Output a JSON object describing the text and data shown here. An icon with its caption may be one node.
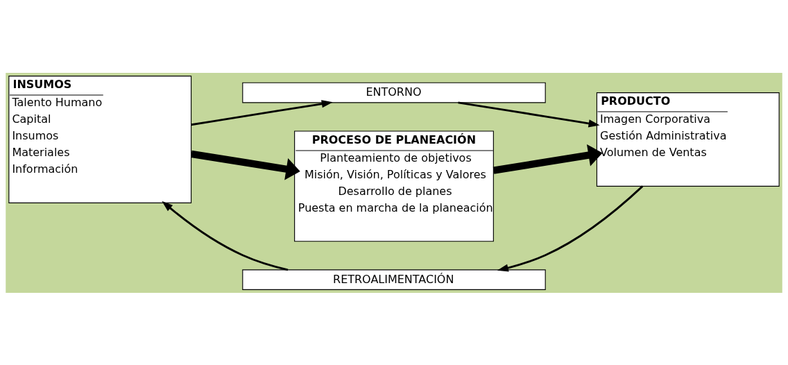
{
  "diagram": {
    "nodes": [
      {
        "text": [
          "ENTORNO"
        ]
      },
      {
        "text": [
          "INSUMOS",
          "Talento Humano",
          "Capital",
          "Insumos",
          "Materiales",
          "Información"
        ]
      },
      {
        "text": [
          "PROCESO DE PLANEACIÓN",
          "Planteamiento de objetivos",
          "Misión, Visión, Políticas y Valores",
          "Desarrollo de planes",
          "Puesta en marcha de la planeación"
        ]
      },
      {
        "text": [
          "PRODUCTO",
          "Imagen Corporativa",
          "Gestión Administrativa",
          "Volumen de Ventas"
        ]
      },
      {
        "text": [
          "RETROALIMENTACIÓN"
        ]
      }
    ],
    "edges": [
      {
        "from": 1,
        "to": 0,
        "arrow": "to"
      },
      {
        "from": 0,
        "to": 3,
        "arrow": "to"
      },
      {
        "from": 1,
        "to": 2,
        "arrow": "to",
        "style": "thick"
      },
      {
        "from": 2,
        "to": 3,
        "arrow": "to",
        "style": "thick"
      },
      {
        "from": 3,
        "to": 4,
        "arrow": "to"
      },
      {
        "from": 4,
        "to": 1,
        "arrow": "to"
      }
    ]
  }
}
